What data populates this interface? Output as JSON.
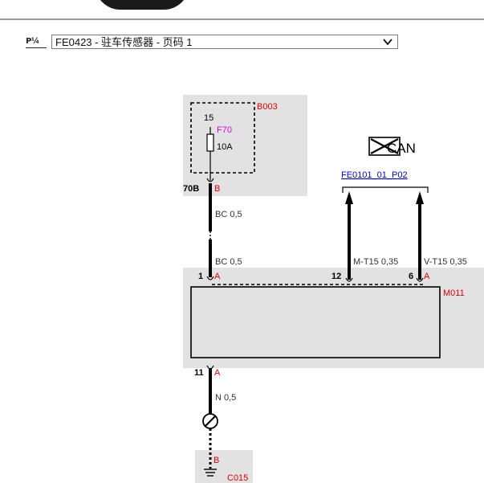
{
  "page_selector": {
    "icon_label": "P¼",
    "selected": "FE0423 - 驻车传感器 - 页码 1"
  },
  "diagram": {
    "fuse_box_id": "B003",
    "fuse_pin": "15",
    "fuse_id": "F70",
    "fuse_rating": "10A",
    "fuse_pin_bottom": "70B",
    "fuse_conn": "B",
    "wire_top": "BC 0,5",
    "wire_mid": "BC 0,5",
    "module_pin_1": "1",
    "module_conn_1": "A",
    "module_pin_12": "12",
    "module_pin_6": "6",
    "module_conn_6": "A",
    "wire_mt15": "M-T15 0,35",
    "wire_vt15": "V-T15 0,35",
    "module_id": "M011",
    "module_pin_11": "11",
    "module_conn_11": "A",
    "wire_ground": "N 0,5",
    "ground_conn": "B",
    "ground_id": "C015",
    "can_label": "CAN",
    "ref_link": "FE0101_01_P02"
  },
  "colors": {
    "red_label": "#e00000",
    "blue_label": "#0000cc",
    "magenta_label": "#e000e0",
    "wire_black": "#000000",
    "gray_box": "#e2e2e2"
  }
}
